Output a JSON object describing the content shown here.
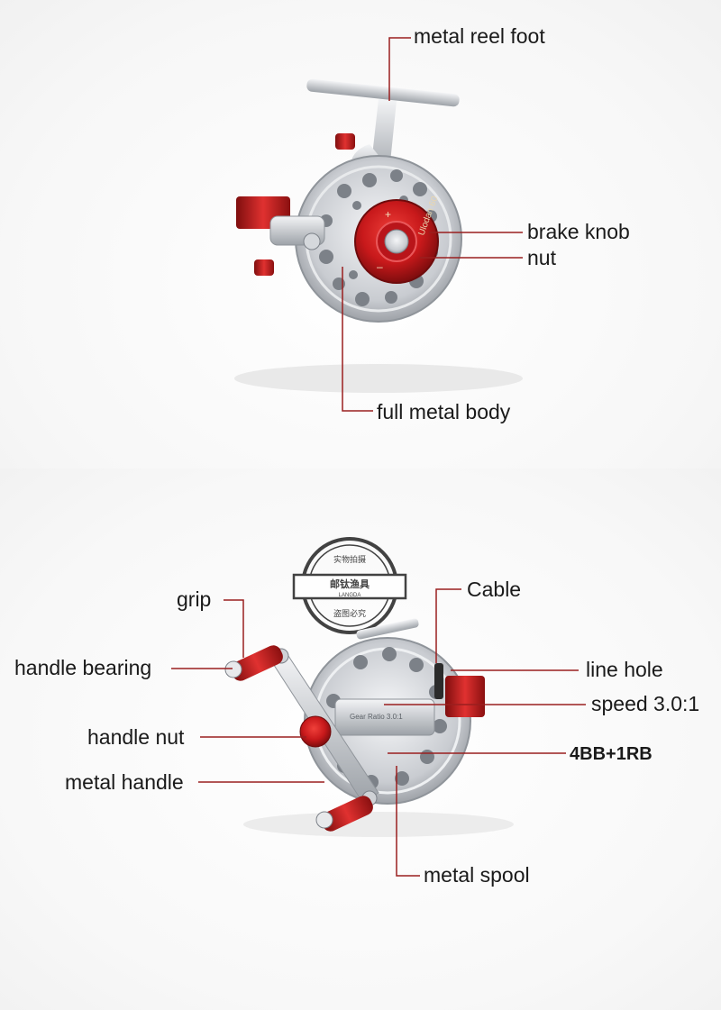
{
  "top_panel": {
    "labels": {
      "reel_foot": "metal reel foot",
      "brake_knob": "brake knob",
      "nut": "nut",
      "body": "full metal body"
    },
    "knob_engraving": "Ulodan 60"
  },
  "bottom_panel": {
    "labels": {
      "grip": "grip",
      "cable": "Cable",
      "handle_bearing": "handle bearing",
      "line_hole": "line hole",
      "speed": "speed 3.0:1",
      "handle_nut": "handle nut",
      "bearings": "4BB+1RB",
      "metal_handle": "metal handle",
      "metal_spool": "metal spool"
    },
    "stamp": {
      "top": "实物拍摄",
      "middle": "邮钛渔具",
      "brand": "LANGDA",
      "bottom": "盗图必究"
    },
    "side_plate_text": "Gear Ratio 3.0:1"
  },
  "colors": {
    "accent_red": "#c8191b",
    "callout_line": "#9a1f1f",
    "metal": "#c9ccd1"
  }
}
